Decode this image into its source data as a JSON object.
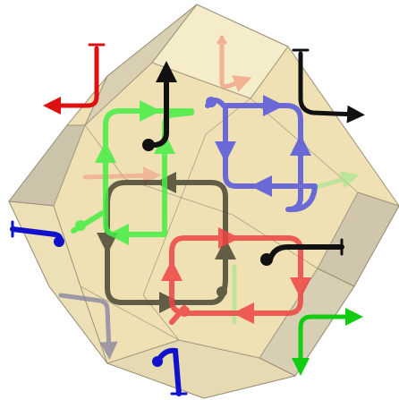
{
  "figure": {
    "background": "#ffffff",
    "solid": {
      "faces": "#efe1b3",
      "top_face": "#f4ecc9",
      "shadow_face": "#c9c0a4",
      "edges": "#9a9078"
    },
    "loops": [
      {
        "name": "green-loop",
        "color": "#44ee44",
        "opacity": 0.85
      },
      {
        "name": "blue-loop",
        "color": "#5555dd",
        "opacity": 0.85
      },
      {
        "name": "dark-loop",
        "color": "#4a4632",
        "opacity": 0.85
      },
      {
        "name": "red-loop",
        "color": "#ee4444",
        "opacity": 0.85
      }
    ],
    "corner_arrows": [
      {
        "name": "red-corner-arrow",
        "color": "#dd1111"
      },
      {
        "name": "black-corner-arrow-top-right",
        "color": "#111111"
      },
      {
        "name": "green-corner-arrow-bottom-right",
        "color": "#11cc11"
      },
      {
        "name": "blue-corner-arrow-bottom",
        "color": "#1111cc"
      },
      {
        "name": "blue-corner-arrow-left",
        "color": "#1111cc"
      },
      {
        "name": "black-corner-arrow-right",
        "color": "#111111"
      },
      {
        "name": "black-corner-arrow-top",
        "color": "#111111"
      },
      {
        "name": "faded-red-corner-arrow",
        "color": "#f08a6e"
      },
      {
        "name": "faded-green-corner-arrow",
        "color": "#9ee58a"
      },
      {
        "name": "faded-slate-corner-arrow",
        "color": "#7d7a9e"
      }
    ]
  }
}
